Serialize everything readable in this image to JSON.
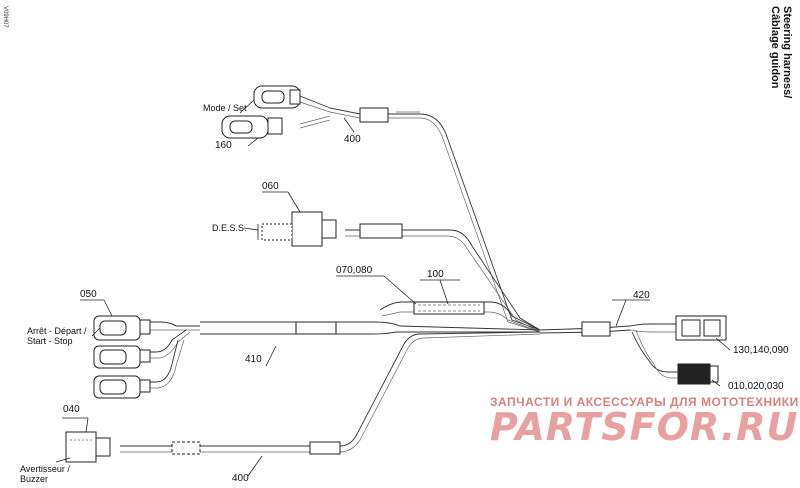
{
  "title": {
    "line1": "Steering harness/",
    "line2": "Câblage guidon"
  },
  "figure_code": "V09H07",
  "labels": {
    "mode_set": "Mode / Set",
    "item_160": "160",
    "item_400_top": "400",
    "item_060": "060",
    "dess": "D.E.S.S.",
    "item_070_080": "070,080",
    "item_100": "100",
    "item_050": "050",
    "arret_depart": "Arrêt - Départ /",
    "start_stop": "Start - Stop",
    "item_410": "410",
    "item_420": "420",
    "item_130": "130,140,090",
    "item_010": "010,020,030",
    "item_040": "040",
    "avertisseur": "Avertisseur /",
    "buzzer": "Buzzer",
    "item_400_bottom": "400"
  },
  "watermark": {
    "line1": "ЗАПЧАСТИ И АКСЕССУАРЫ ДЛЯ МОТОТЕХНИКИ",
    "line2": "PARTSFOR.RU",
    "color": "#e8a0a0"
  }
}
